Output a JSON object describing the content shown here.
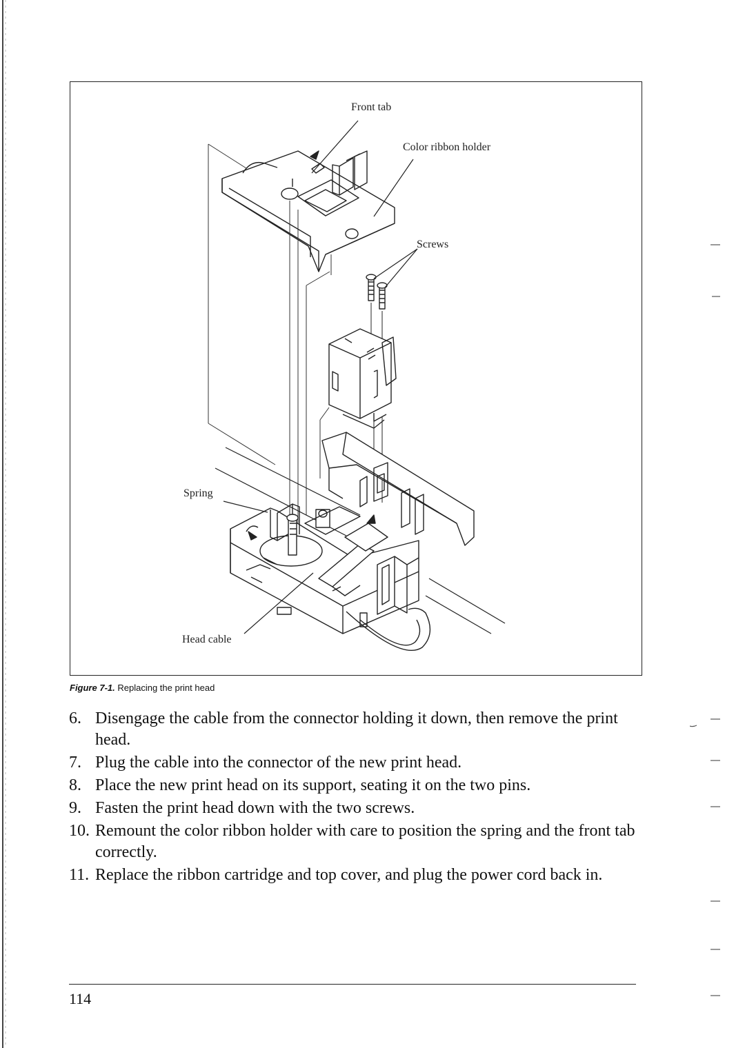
{
  "figure": {
    "callouts": {
      "front_tab": "Front tab",
      "color_ribbon_holder": "Color ribbon holder",
      "screws": "Screws",
      "spring": "Spring",
      "head_cable": "Head cable"
    },
    "caption": {
      "label": "Figure 7-1.",
      "text": "Replacing the print head"
    }
  },
  "steps": [
    {
      "number": "6.",
      "text": "Disengage the cable from the connector holding it down, then remove the print head."
    },
    {
      "number": "7.",
      "text": "Plug the cable into the connector of the new print head."
    },
    {
      "number": "8.",
      "text": "Place the new print head on its support, seating it on the two pins."
    },
    {
      "number": "9.",
      "text": "Fasten the print head down with the two screws."
    },
    {
      "number": "10.",
      "text": "Remount the color ribbon holder with care to position the spring and the front tab correctly."
    },
    {
      "number": "11.",
      "text": "Replace the ribbon cartridge and top cover, and plug the power cord back in."
    }
  ],
  "page_number": "114"
}
